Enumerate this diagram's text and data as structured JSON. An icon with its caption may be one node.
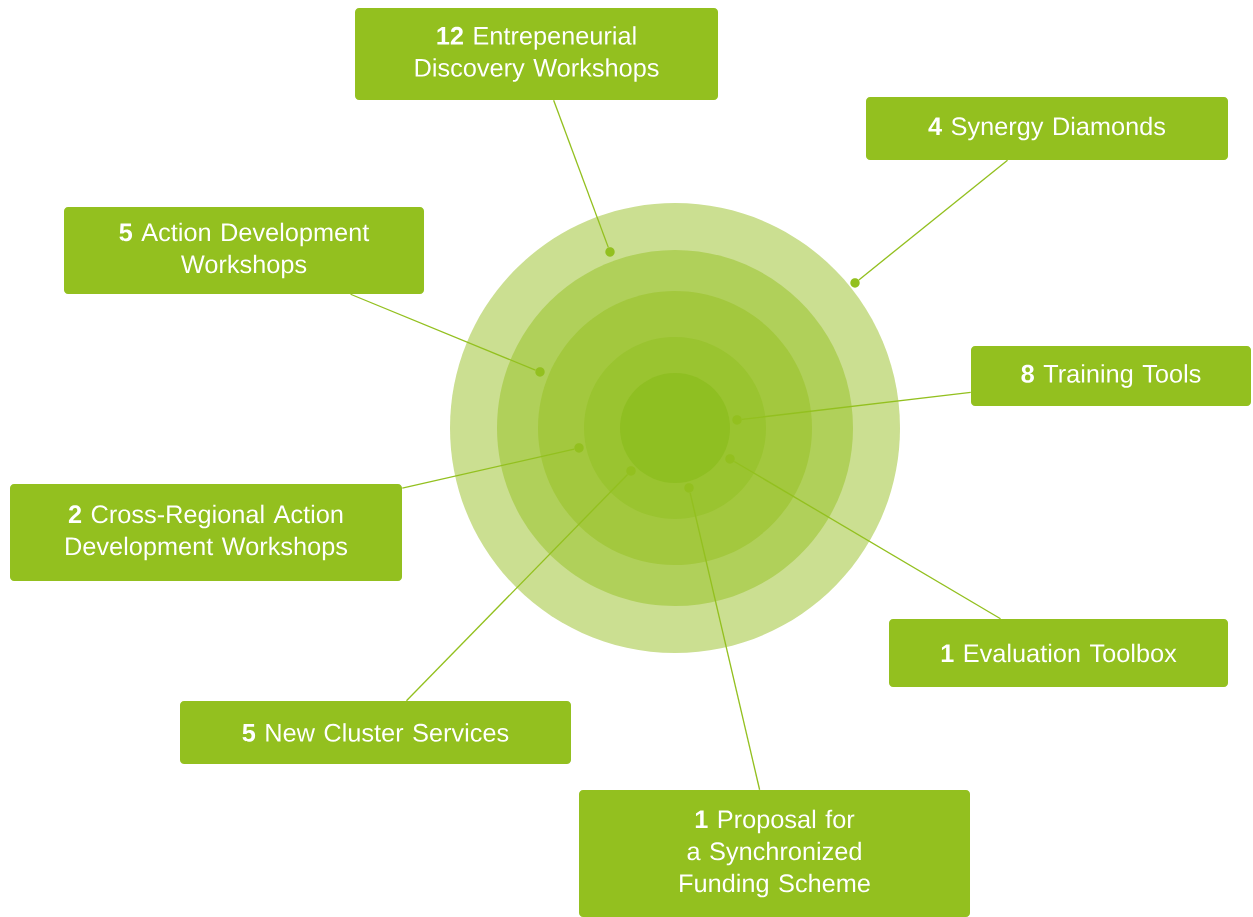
{
  "diagram": {
    "nodes": [
      {
        "text": [
          "**12** Entrepeneurial Discovery Workshops"
        ]
      },
      {
        "text": [
          "**4** Synergy Diamonds"
        ]
      },
      {
        "text": [
          "**5** Action Development Workshops"
        ]
      },
      {
        "text": [
          "**8** Training Tools"
        ]
      },
      {
        "text": [
          "**2** Cross-Regional Action Development Workshops"
        ]
      },
      {
        "text": [
          "**1** Evaluation Toolbox"
        ]
      },
      {
        "text": [
          "**5** New Cluster Services"
        ]
      },
      {
        "text": [
          "**1** Proposal for a Synchronized Funding Scheme"
        ]
      },
      {
        "text": [],
        "shape": "circle"
      },
      {
        "text": [],
        "shape": "circle"
      },
      {
        "text": [],
        "shape": "circle"
      },
      {
        "text": [],
        "shape": "circle"
      },
      {
        "text": [],
        "shape": "circle"
      },
      {
        "text": [],
        "shape": "circle"
      },
      {
        "text": [],
        "shape": "circle"
      },
      {
        "text": [],
        "shape": "circle"
      }
    ],
    "edges": [
      {
        "from": 0,
        "to": 8,
        "arrow": "none"
      },
      {
        "from": 1,
        "to": 9,
        "arrow": "none"
      },
      {
        "from": 2,
        "to": 10,
        "arrow": "none"
      },
      {
        "from": 3,
        "to": 11,
        "arrow": "none"
      },
      {
        "from": 4,
        "to": 12,
        "arrow": "none"
      },
      {
        "from": 5,
        "to": 13,
        "arrow": "none"
      },
      {
        "from": 6,
        "to": 14,
        "arrow": "none"
      },
      {
        "from": 7,
        "to": 15,
        "arrow": "none"
      }
    ]
  }
}
